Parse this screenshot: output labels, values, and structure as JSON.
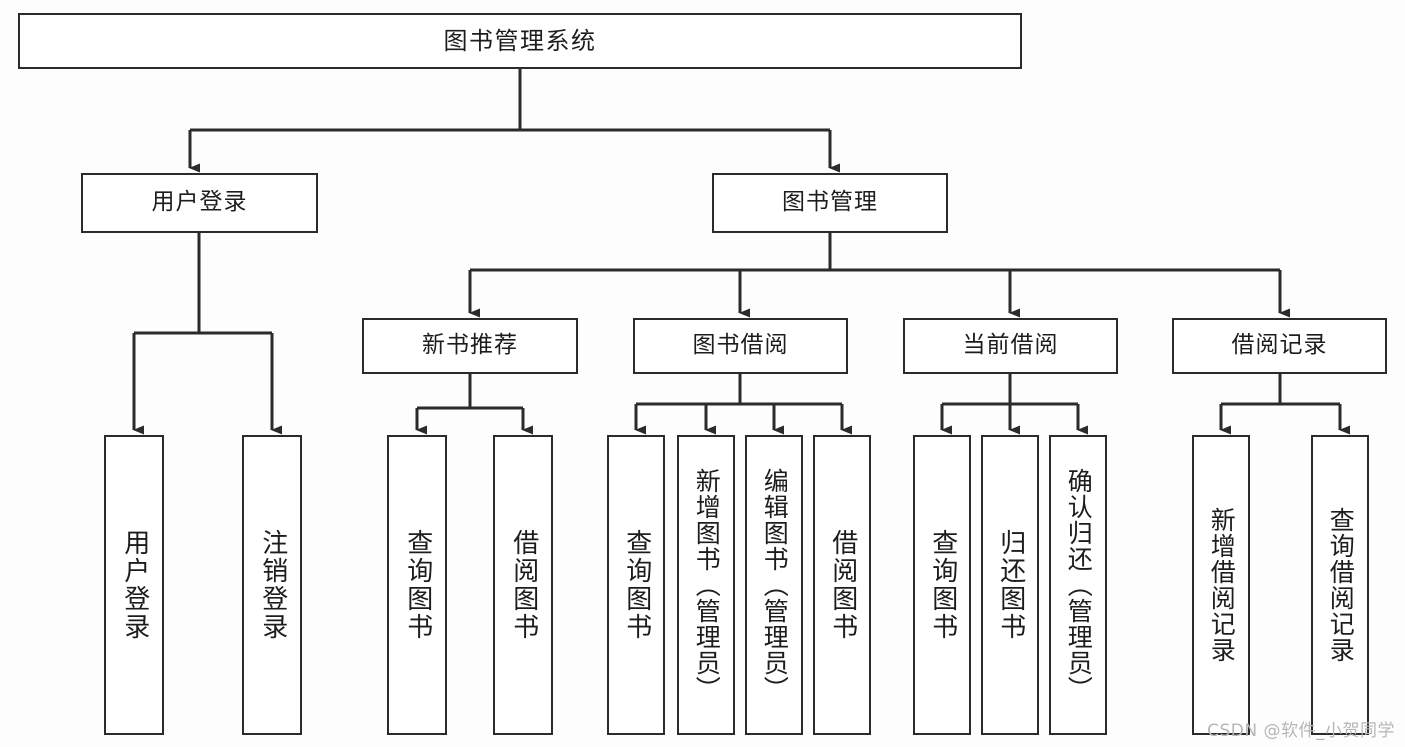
{
  "diagram": {
    "kind": "tree-hierarchy-chart",
    "title": "图书管理系统",
    "line_color": "#2b2b2b",
    "box_fill": "#ffffff",
    "background": "#fdfdfd",
    "text_color": "#1d1d1d",
    "root": {
      "id": "root",
      "label": "图书管理系统"
    },
    "level1": [
      {
        "id": "user-login",
        "label": "用户登录"
      },
      {
        "id": "book-manage",
        "label": "图书管理"
      }
    ],
    "level2": [
      {
        "id": "new-book-recommend",
        "label": "新书推荐",
        "parent": "book-manage"
      },
      {
        "id": "book-borrow",
        "label": "图书借阅",
        "parent": "book-manage"
      },
      {
        "id": "current-borrow",
        "label": "当前借阅",
        "parent": "book-manage"
      },
      {
        "id": "borrow-record",
        "label": "借阅记录",
        "parent": "book-manage"
      }
    ],
    "leaves": {
      "user-login": [
        {
          "id": "leaf-user-login",
          "label": "用户登录"
        },
        {
          "id": "leaf-user-logout",
          "label": "注销登录"
        }
      ],
      "new-book-recommend": [
        {
          "id": "leaf-query-book-1",
          "label": "查询图书"
        },
        {
          "id": "leaf-borrow-book-1",
          "label": "借阅图书"
        }
      ],
      "book-borrow": [
        {
          "id": "leaf-query-book-2",
          "label": "查询图书"
        },
        {
          "id": "leaf-add-book",
          "label": "新增图书（管理员）"
        },
        {
          "id": "leaf-edit-book",
          "label": "编辑图书（管理员）"
        },
        {
          "id": "leaf-borrow-book-2",
          "label": "借阅图书"
        }
      ],
      "current-borrow": [
        {
          "id": "leaf-query-book-3",
          "label": "查询图书"
        },
        {
          "id": "leaf-return-book",
          "label": "归还图书"
        },
        {
          "id": "leaf-confirm-return",
          "label": "确认归还（管理员）"
        }
      ],
      "borrow-record": [
        {
          "id": "leaf-add-record",
          "label": "新增借阅记录"
        },
        {
          "id": "leaf-query-record",
          "label": "查询借阅记录"
        }
      ]
    }
  },
  "watermark": {
    "text": "CSDN @软件_小贺同学"
  }
}
